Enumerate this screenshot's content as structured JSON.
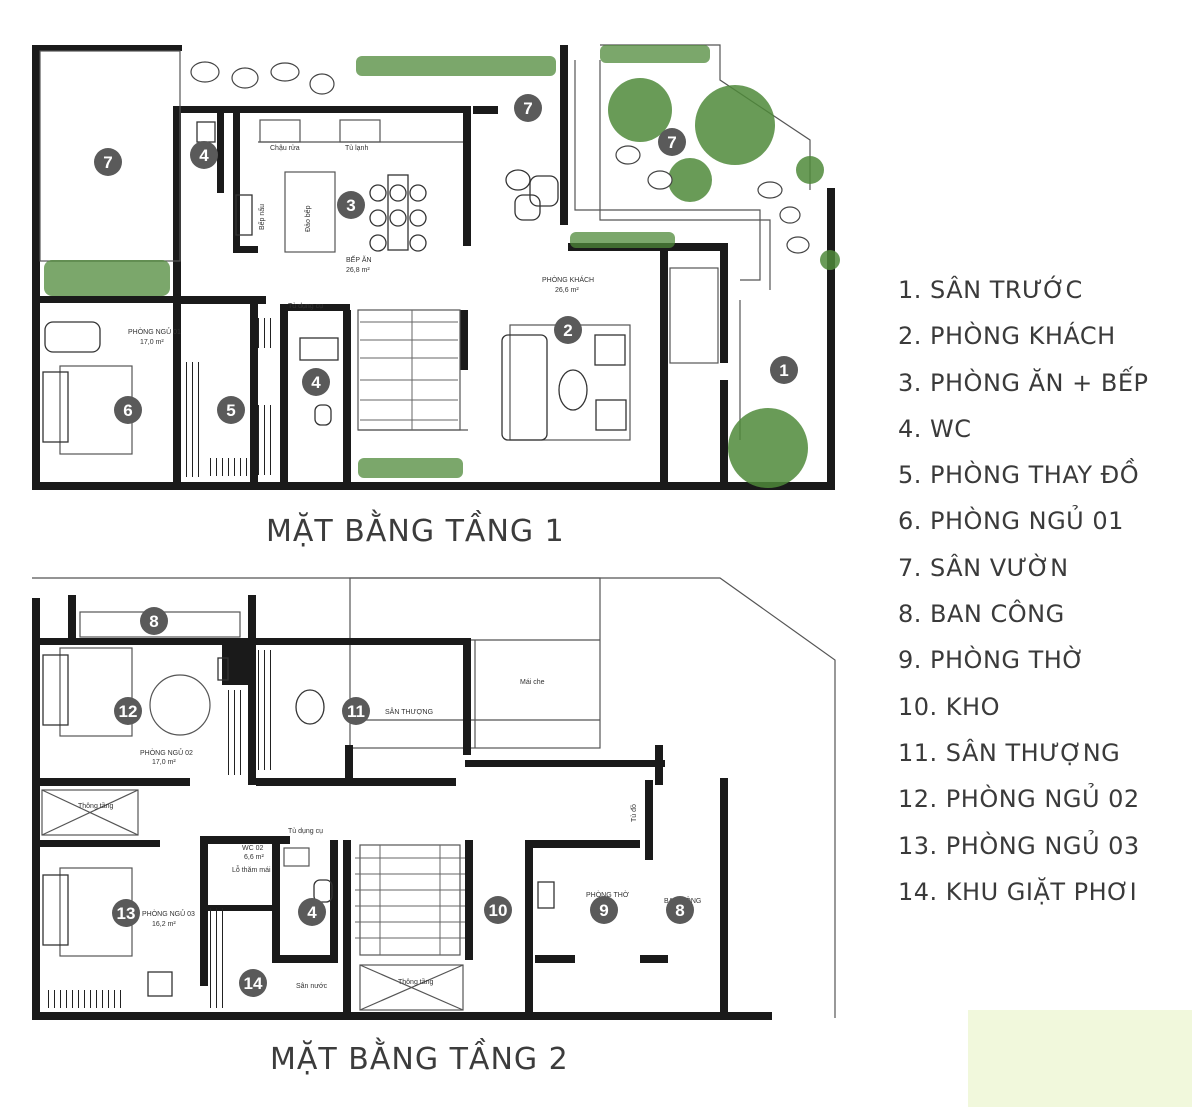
{
  "titles": {
    "floor1": "MẶT BẰNG TẦNG 1",
    "floor2": "MẶT BẰNG TẦNG 2"
  },
  "legend": [
    "1. SÂN TRƯỚC",
    "2. PHÒNG KHÁCH",
    "3. PHÒNG ĂN + BẾP",
    "4. WC",
    "5. PHÒNG THAY ĐỒ",
    "6. PHÒNG NGỦ 01",
    "7. SÂN VƯỜN",
    "8. BAN CÔNG",
    "9. PHÒNG THỜ",
    "10. KHO",
    "11. SÂN THƯỢNG",
    "12. PHÒNG NGỦ 02",
    "13. PHÒNG NGỦ 03",
    "14. KHU GIẶT PHƠI"
  ],
  "floor1": {
    "markers": [
      "7",
      "4",
      "3",
      "7",
      "7",
      "2",
      "1",
      "6",
      "5",
      "4"
    ],
    "labels": {
      "sink": "Chậu rửa",
      "fridge": "Tủ lạnh",
      "island": "Đảo bếp",
      "stove": "Bếp nấu",
      "dining": "BẾP ĂN",
      "dining_area": "26,8 m²",
      "living": "PHÒNG KHÁCH",
      "living_area": "26,6 m²",
      "cabinet": "Tủ dụng cụ",
      "bedroom": "PHÒNG NGỦ 01",
      "bedroom_area": "17,0 m²"
    }
  },
  "floor2": {
    "markers": [
      "8",
      "12",
      "11",
      "13",
      "4",
      "10",
      "9",
      "8",
      "14"
    ],
    "labels": {
      "terrace": "SÂN THƯỢNG",
      "roof": "Mái che",
      "bedroom2": "PHÒNG NGỦ 02",
      "bedroom2_area": "17,0 m²",
      "void": "Thông tầng",
      "cabinet": "Tủ dụng cụ",
      "wc": "WC 02",
      "wc_area": "6,6 m²",
      "hatch": "Lỗ thăm mái",
      "bedroom3": "PHÒNG NGỦ 03",
      "bedroom3_area": "16,2 m²",
      "wardrobe": "Tủ đồ",
      "altar": "PHÒNG THỜ",
      "balcony": "BAN CÔNG",
      "laundry": "Sân nước"
    }
  },
  "colors": {
    "wall": "#1a1a1a",
    "marker": "#5a5a5a",
    "plant": "#4f8a3a",
    "swatch": "#f1f8dc"
  }
}
